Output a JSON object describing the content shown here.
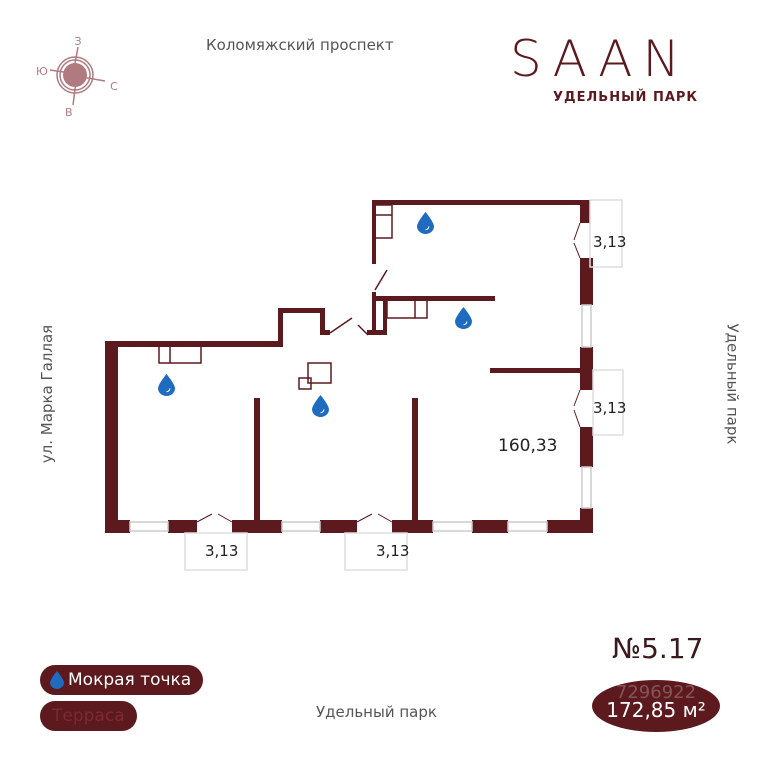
{
  "compass": {
    "north": "С",
    "south": "Ю",
    "west": "З",
    "east": "В"
  },
  "logo": {
    "name": "SAAN",
    "subtitle": "УДЕЛЬНЫЙ ПАРК"
  },
  "streets": {
    "top": "Коломяжский проспект",
    "left": "ул. Марка Галлая",
    "right": "Удельный парк",
    "bottom": "Удельный парк"
  },
  "plan": {
    "main_area": "160,33",
    "terraces": [
      "3,13",
      "3,13",
      "3,13",
      "3,13"
    ]
  },
  "legend": {
    "wet_point": "Мокрая точка",
    "terrace": "Терраса"
  },
  "unit": {
    "number": "№5.17",
    "watermark": "7296922",
    "total_area": "172,85 м²"
  },
  "colors": {
    "wall": "#5c1a1e",
    "water": "#1e6bbf",
    "compass": "#b07a80"
  }
}
